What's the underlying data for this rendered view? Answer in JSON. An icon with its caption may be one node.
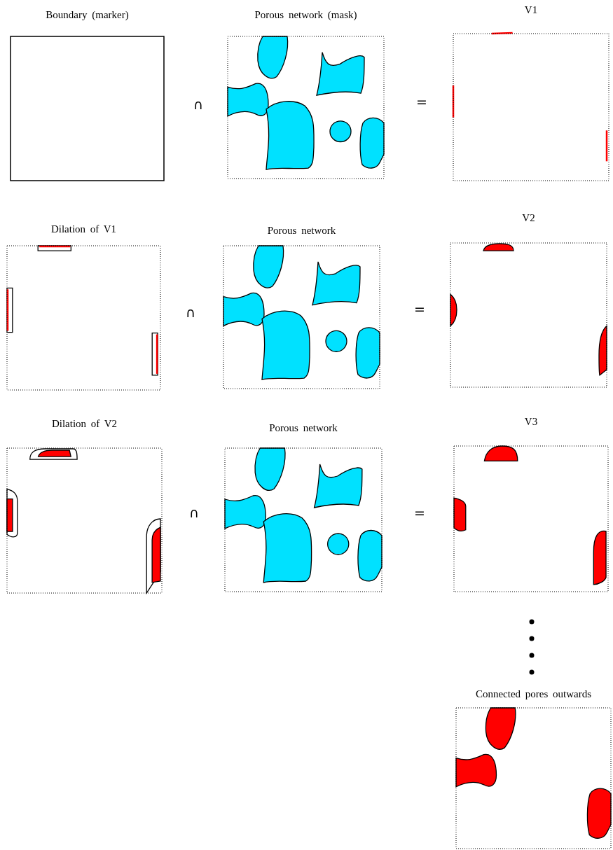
{
  "diagram": {
    "nodes": [
      {
        "text": [
          "Boundary (marker)"
        ]
      },
      {
        "text": [
          "Porous network (mask)"
        ]
      },
      {
        "text": [
          "V1"
        ]
      },
      {
        "text": [
          "Dilation of V1"
        ]
      },
      {
        "text": [
          "Porous network"
        ]
      },
      {
        "text": [
          "V2"
        ]
      },
      {
        "text": [
          "Dilation of V2"
        ]
      },
      {
        "text": [
          "Porous network"
        ]
      },
      {
        "text": [
          "V3"
        ]
      },
      {
        "text": [
          "Connected pores outwards"
        ]
      }
    ],
    "labels": [
      "∩",
      "=",
      "∩",
      "=",
      "∩",
      "="
    ]
  }
}
